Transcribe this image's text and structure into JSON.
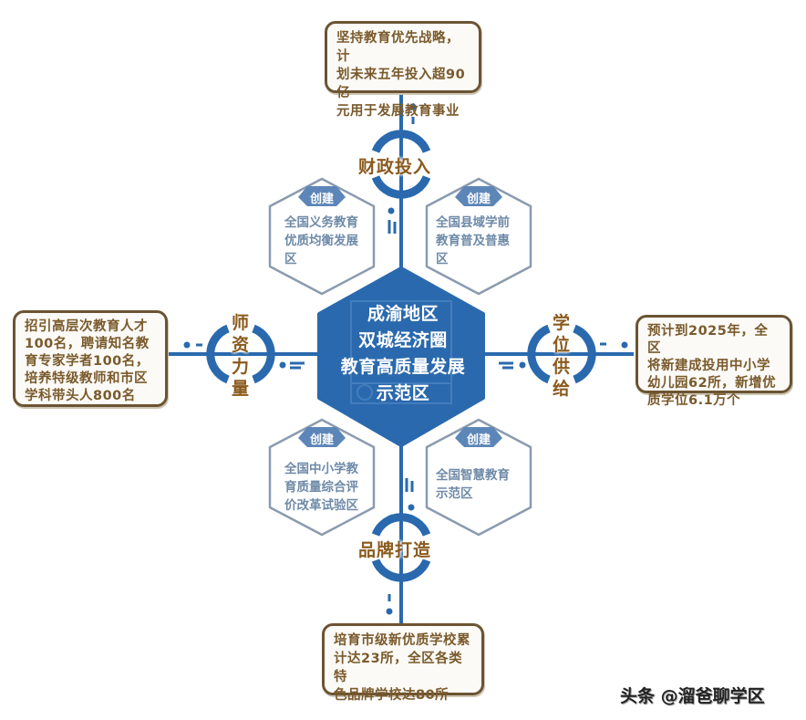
{
  "colors": {
    "blue": "#2a69ad",
    "hex_outline": "#8a9bb0",
    "label_brown": "#8a5a1e",
    "box_border": "#6b5433"
  },
  "center": {
    "lines": [
      "成渝地区",
      "双城经济圈",
      "教育高质量发展",
      "示范区"
    ]
  },
  "pillars": {
    "top": {
      "label": "财政投入",
      "box_lines": [
        "坚持教育优先战略，计",
        "划未来五年投入超90亿",
        "元用于发展教育事业"
      ]
    },
    "left": {
      "label_chars": [
        "师",
        "资",
        "力",
        "量"
      ],
      "box_lines": [
        "招引高层次教育人才",
        "100名，聘请知名教",
        "育专家学者100名，",
        "培养特级教师和市区",
        "学科带头人800名"
      ]
    },
    "right": {
      "label_chars": [
        "学",
        "位",
        "供",
        "给"
      ],
      "box_lines": [
        "预计到2025年，全区",
        "将新建成投用中小学",
        "幼儿园62所，新增优",
        "质学位6.1万个"
      ]
    },
    "bottom": {
      "label": "品牌打造",
      "box_lines": [
        "培育市级新优质学校累",
        "计达23所，全区各类特",
        "色品牌学校达80所"
      ]
    }
  },
  "hexagons": [
    {
      "tag": "创建",
      "lines": [
        "全国义务教育",
        "优质均衡发展",
        "区"
      ]
    },
    {
      "tag": "创建",
      "lines": [
        "全国县域学前",
        "教育普及普惠",
        "区"
      ]
    },
    {
      "tag": "创建",
      "lines": [
        "全国中小学教",
        "育质量综合评",
        "价改革试验区"
      ]
    },
    {
      "tag": "创建",
      "lines": [
        "全国智慧教育",
        "示范区"
      ]
    }
  ],
  "watermark": "头条 @溜爸聊学区"
}
